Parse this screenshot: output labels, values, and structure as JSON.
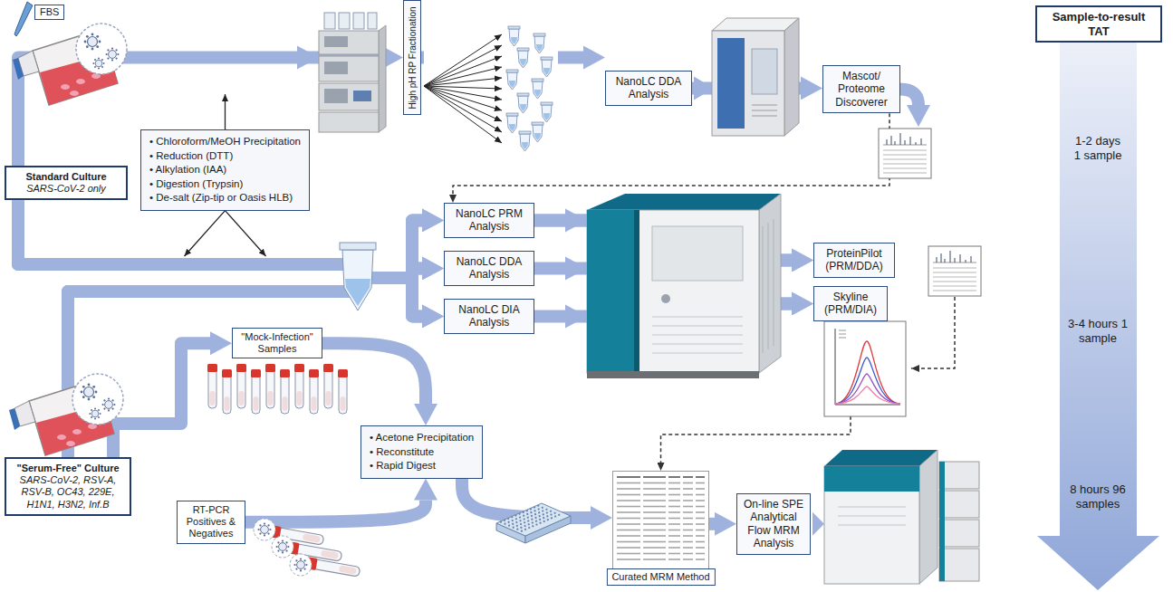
{
  "diagram": {
    "nodes": [
      {
        "text": [
          "FBS"
        ]
      },
      {
        "text": [
          "Standard Culture",
          "SARS-CoV-2 only"
        ]
      },
      {
        "text": [
          "• Chloroform/MeOH Precipitation",
          "• Reduction (DTT)",
          "• Alkylation (IAA)",
          "• Digestion (Trypsin)",
          "• De-salt (Zip-tip or Oasis HLB)"
        ]
      },
      {
        "text": [
          "High pH RP Fractionation"
        ]
      },
      {
        "text": [
          "NanoLC DDA Analysis"
        ]
      },
      {
        "text": [
          "Mascot/ Proteome Discoverer"
        ]
      },
      {
        "text": [
          "Sample-to-result TAT"
        ]
      },
      {
        "text": [
          "NanoLC PRM Analysis"
        ]
      },
      {
        "text": [
          "NanoLC DDA Analysis"
        ]
      },
      {
        "text": [
          "NanoLC DIA Analysis"
        ]
      },
      {
        "text": [
          "ProteinPilot (PRM/DDA)"
        ]
      },
      {
        "text": [
          "Skyline (PRM/DIA)"
        ]
      },
      {
        "text": [
          "\"Serum-Free\" Culture",
          "SARS-CoV-2, RSV-A, RSV-B, OC43, 229E, H1N1, H3N2, Inf.B"
        ]
      },
      {
        "text": [
          "\"Mock-Infection\" Samples"
        ]
      },
      {
        "text": [
          "RT-PCR Positives & Negatives"
        ]
      },
      {
        "text": [
          "• Acetone Precipitation",
          "• Reconstitute",
          "• Rapid Digest"
        ]
      },
      {
        "text": [
          "Curated MRM Method"
        ]
      },
      {
        "text": [
          "On-line SPE Analytical Flow MRM Analysis"
        ]
      }
    ],
    "edges": [
      {
        "from": 1,
        "to": 3,
        "arrow": "to"
      },
      {
        "from": 3,
        "to": 4,
        "arrow": "to"
      },
      {
        "from": 4,
        "to": 5,
        "arrow": "to"
      },
      {
        "from": 5,
        "to": 7,
        "arrow": "to"
      },
      {
        "from": 1,
        "to": 7,
        "arrow": "to"
      },
      {
        "from": 1,
        "to": 8,
        "arrow": "to"
      },
      {
        "from": 1,
        "to": 9,
        "arrow": "to"
      },
      {
        "from": 12,
        "to": 7,
        "arrow": "to"
      },
      {
        "from": 12,
        "to": 8,
        "arrow": "to"
      },
      {
        "from": 12,
        "to": 9,
        "arrow": "to"
      },
      {
        "from": 7,
        "to": 10,
        "arrow": "to"
      },
      {
        "from": 8,
        "to": 10,
        "arrow": "to"
      },
      {
        "from": 7,
        "to": 11,
        "arrow": "to"
      },
      {
        "from": 9,
        "to": 11,
        "arrow": "to"
      },
      {
        "from": 11,
        "to": 16,
        "arrow": "to"
      },
      {
        "from": 12,
        "to": 13,
        "arrow": "to"
      },
      {
        "from": 13,
        "to": 15,
        "arrow": "to"
      },
      {
        "from": 14,
        "to": 15,
        "arrow": "to"
      },
      {
        "from": 15,
        "to": 16,
        "arrow": "to"
      },
      {
        "from": 16,
        "to": 17,
        "arrow": "to"
      }
    ],
    "labels": [
      "1-2 days 1 sample",
      "3-4 hours 1 sample",
      "8 hours 96 samples"
    ]
  }
}
